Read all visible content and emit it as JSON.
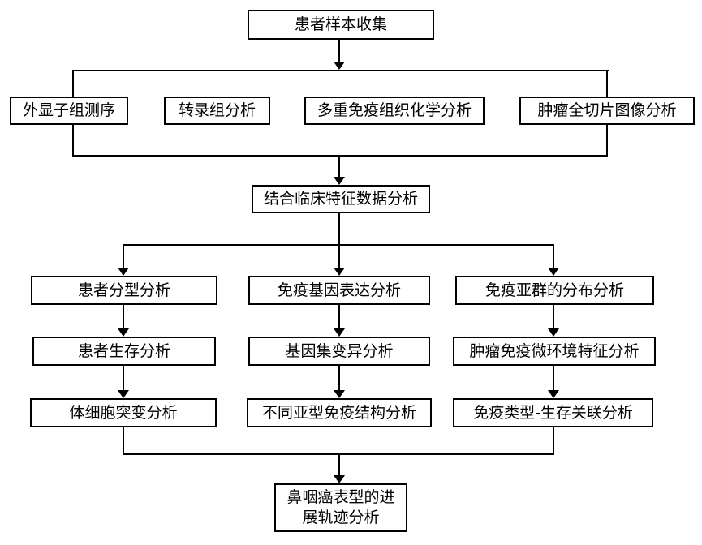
{
  "diagram": {
    "nodes": {
      "sample_collection": "患者样本收集",
      "exome_sequencing": "外显子组测序",
      "transcriptome": "转录组分析",
      "multiplex_ihc": "多重免疫组织化学分析",
      "tumor_wsi": "肿瘤全切片图像分析",
      "clinical_features": "结合临床特征数据分析",
      "patient_subtyping": "患者分型分析",
      "patient_survival": "患者生存分析",
      "somatic_mutation": "体细胞突变分析",
      "immune_gene_expression": "免疫基因表达分析",
      "gene_set_variation": "基因集变异分析",
      "subtype_immune_structure": "不同亚型免疫结构分析",
      "immune_subpopulation_distribution": "免疫亚群的分布分析",
      "tumor_immune_microenvironment": "肿瘤免疫微环境特征分析",
      "immune_type_survival": "免疫类型-生存关联分析",
      "npc_trajectory": {
        "text": "鼻咽癌表型的进展轨迹分析",
        "line1": "鼻咽癌表型的进",
        "line2": "展轨迹分析"
      }
    },
    "colors": {
      "line": "#000000",
      "box_border": "#000000",
      "box_fill": "#ffffff",
      "text": "#000000",
      "background": "#ffffff"
    }
  }
}
